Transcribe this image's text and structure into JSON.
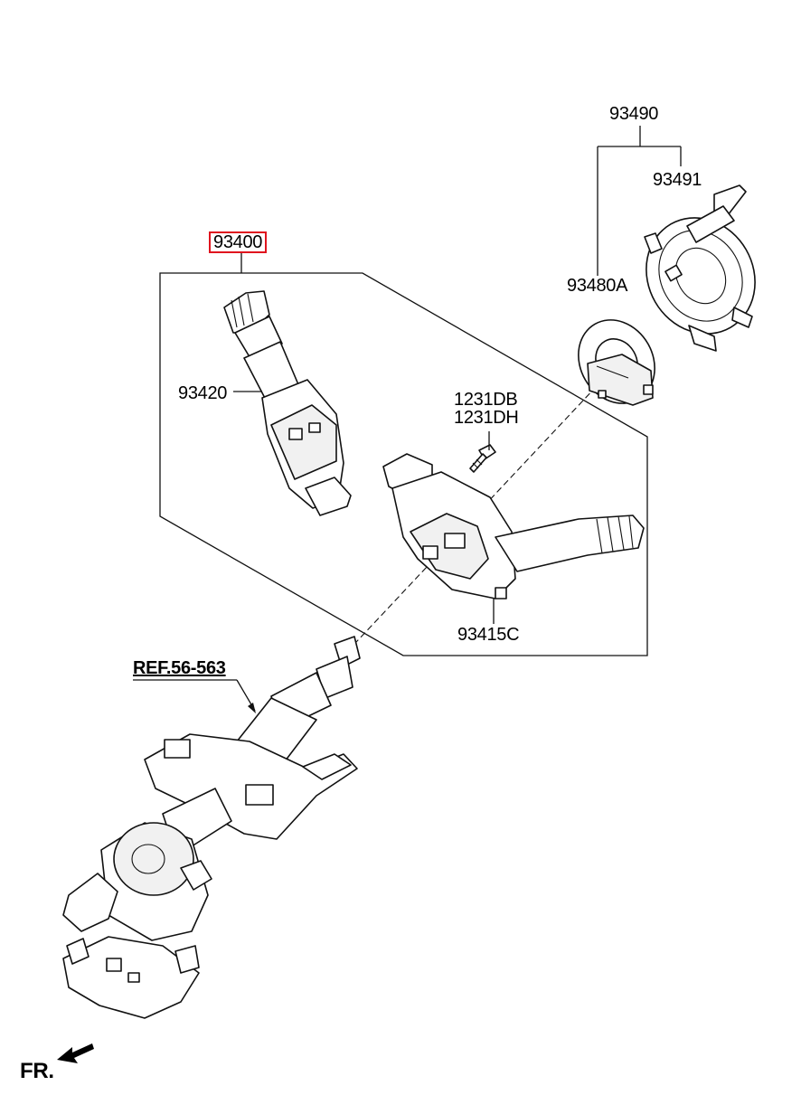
{
  "labels": {
    "l93490": "93490",
    "l93491": "93491",
    "l93400": "93400",
    "l93480A": "93480A",
    "l93420": "93420",
    "l1231DB": "1231DB",
    "l1231DH": "1231DH",
    "l93415C": "93415C",
    "ref": "REF.56-563",
    "fr": "FR."
  },
  "highlight_color": "#e0141e"
}
